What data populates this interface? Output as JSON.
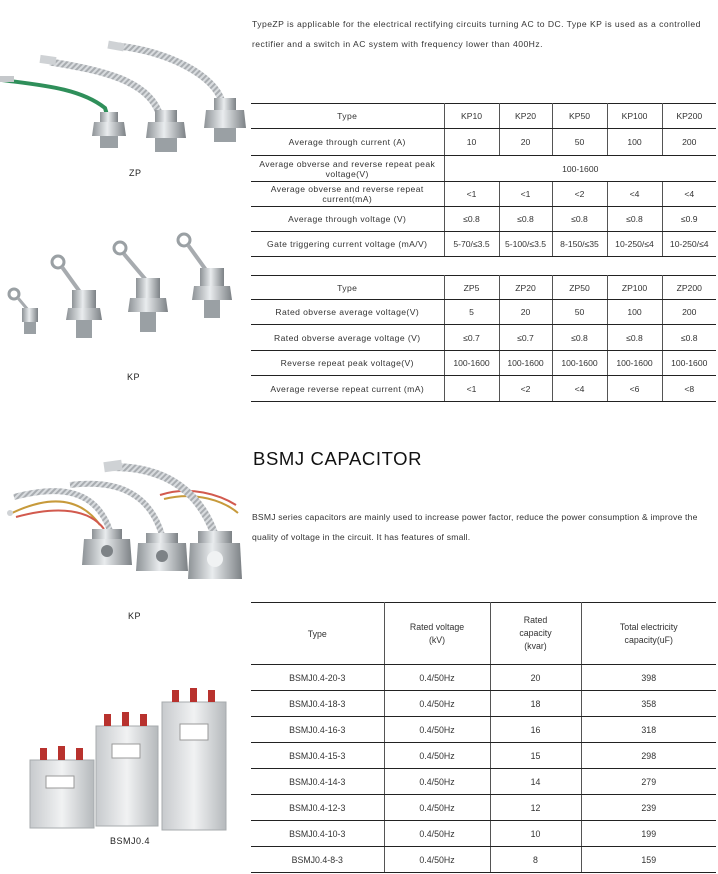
{
  "intro_text": "TypeZP is applicable for the electrical rectifying circuits turning AC to DC. Type KP is used as a controlled rectifier and a switch in AC system with frequency lower than 400Hz.",
  "captions": {
    "zp": "ZP",
    "kp_top": "KP",
    "kp_bottom": "KP",
    "bsmj": "BSMJ0.4"
  },
  "table_kp": {
    "header": [
      "Type",
      "KP10",
      "KP20",
      "KP50",
      "KP100",
      "KP200"
    ],
    "rows": [
      {
        "label": "Average through current (A)",
        "values": [
          "10",
          "20",
          "50",
          "100",
          "200"
        ]
      },
      {
        "label": "Average obverse and reverse repeat peak voltage(V)",
        "span_value": "100-1600"
      },
      {
        "label": "Average obverse and reverse repeat current(mA)",
        "values": [
          "<1",
          "<1",
          "<2",
          "<4",
          "<4"
        ]
      },
      {
        "label": "Average through voltage (V)",
        "values": [
          "≤0.8",
          "≤0.8",
          "≤0.8",
          "≤0.8",
          "≤0.9"
        ]
      },
      {
        "label": "Gate triggering current voltage (mA/V)",
        "values": [
          "5-70/≤3.5",
          "5-100/≤3.5",
          "8-150/≤35",
          "10-250/≤4",
          "10-250/≤4"
        ]
      }
    ]
  },
  "table_zp": {
    "header": [
      "Type",
      "ZP5",
      "ZP20",
      "ZP50",
      "ZP100",
      "ZP200"
    ],
    "rows": [
      {
        "label": "Rated obverse average voltage(V)",
        "values": [
          "5",
          "20",
          "50",
          "100",
          "200"
        ]
      },
      {
        "label": "Rated obverse average voltage (V)",
        "values": [
          "≤0.7",
          "≤0.7",
          "≤0.8",
          "≤0.8",
          "≤0.8"
        ]
      },
      {
        "label": "Reverse repeat peak voltage(V)",
        "values": [
          "100-1600",
          "100-1600",
          "100-1600",
          "100-1600",
          "100-1600"
        ]
      },
      {
        "label": "Average reverse repeat current (mA)",
        "values": [
          "<1",
          "<2",
          "<4",
          "<6",
          "<8"
        ]
      }
    ]
  },
  "capacitor": {
    "heading": "BSMJ CAPACITOR",
    "description": "BSMJ series capacitors are mainly used to increase power factor, reduce the power consumption & improve the quality of voltage in the circuit. It has features of small.",
    "header": [
      "Type",
      "Rated voltage (kV)",
      "Rated capacity (kvar)",
      "Total electricity capacity(uF)"
    ],
    "rows": [
      [
        "BSMJ0.4-20-3",
        "0.4/50Hz",
        "20",
        "398"
      ],
      [
        "BSMJ0.4-18-3",
        "0.4/50Hz",
        "18",
        "358"
      ],
      [
        "BSMJ0.4-16-3",
        "0.4/50Hz",
        "16",
        "318"
      ],
      [
        "BSMJ0.4-15-3",
        "0.4/50Hz",
        "15",
        "298"
      ],
      [
        "BSMJ0.4-14-3",
        "0.4/50Hz",
        "14",
        "279"
      ],
      [
        "BSMJ0.4-12-3",
        "0.4/50Hz",
        "12",
        "239"
      ],
      [
        "BSMJ0.4-10-3",
        "0.4/50Hz",
        "10",
        "199"
      ],
      [
        "BSMJ0.4-8-3",
        "0.4/50Hz",
        "8",
        "159"
      ]
    ]
  },
  "colors": {
    "text": "#333333",
    "rule": "#222222",
    "metal": "#b8bcc0",
    "green_wire": "#2f8f5a",
    "red_terminal": "#b8322e"
  }
}
